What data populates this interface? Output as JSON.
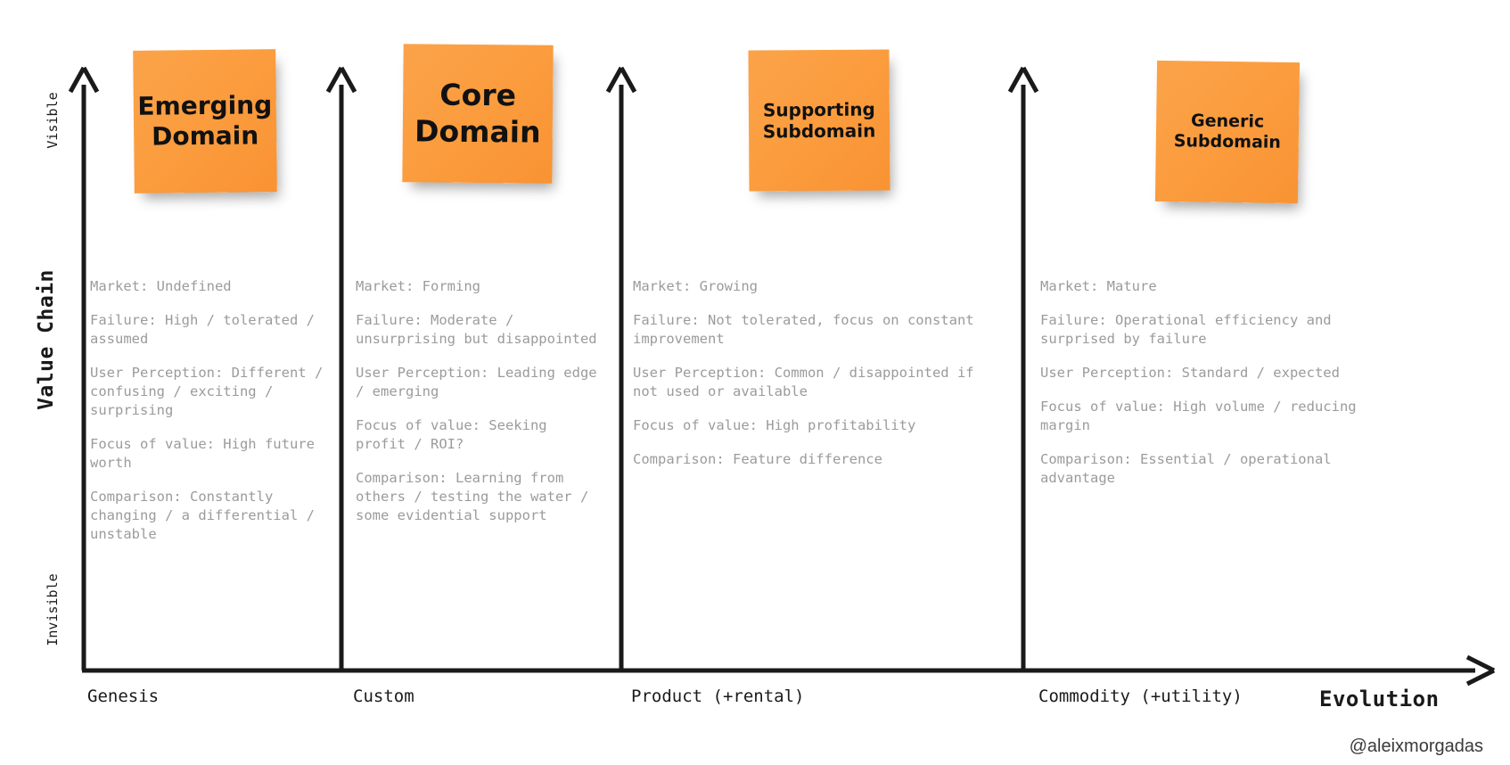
{
  "diagram": {
    "title_credit": "@aleixmorgadas",
    "axes": {
      "y_title": "Value Chain",
      "y_top_label": "Visible",
      "y_bottom_label": "Invisible",
      "x_title": "Evolution",
      "x_stages": [
        "Genesis",
        "Custom",
        "Product (+rental)",
        "Commodity (+utility)"
      ]
    },
    "colors": {
      "sticky_fill": "#fb9d3f",
      "axis_line": "#1a1a1a",
      "detail_text": "#9b9b9b",
      "label_text": "#1a1a1a",
      "background": "#ffffff"
    },
    "columns": [
      {
        "stage": "Genesis",
        "sticky_label_line1": "Emerging",
        "sticky_label_line2": "Domain",
        "details": [
          "Market: Undefined",
          "Failure: High / tolerated / assumed",
          "User Perception: Different / confusing / exciting / surprising",
          "Focus of value: High future worth",
          "Comparison: Constantly changing / a differential / unstable"
        ]
      },
      {
        "stage": "Custom",
        "sticky_label_line1": "Core",
        "sticky_label_line2": "Domain",
        "details": [
          "Market: Forming",
          "Failure: Moderate / unsurprising but disappointed",
          "User Perception: Leading edge / emerging",
          "Focus of value: Seeking profit / ROI?",
          "Comparison: Learning from others / testing the water / some evidential support"
        ]
      },
      {
        "stage": "Product (+rental)",
        "sticky_label_line1": "Supporting",
        "sticky_label_line2": "Subdomain",
        "details": [
          "Market: Growing",
          "Failure: Not tolerated, focus on constant improvement",
          "User Perception: Common / disappointed if not used or available",
          "Focus of value: High profitability",
          "Comparison: Feature difference"
        ]
      },
      {
        "stage": "Commodity (+utility)",
        "sticky_label_line1": "Generic",
        "sticky_label_line2": "Subdomain",
        "details": [
          "Market: Mature",
          "Failure: Operational efficiency and surprised by failure",
          "User Perception: Standard / expected",
          "Focus of value: High volume / reducing margin",
          "Comparison: Essential / operational advantage"
        ]
      }
    ]
  }
}
